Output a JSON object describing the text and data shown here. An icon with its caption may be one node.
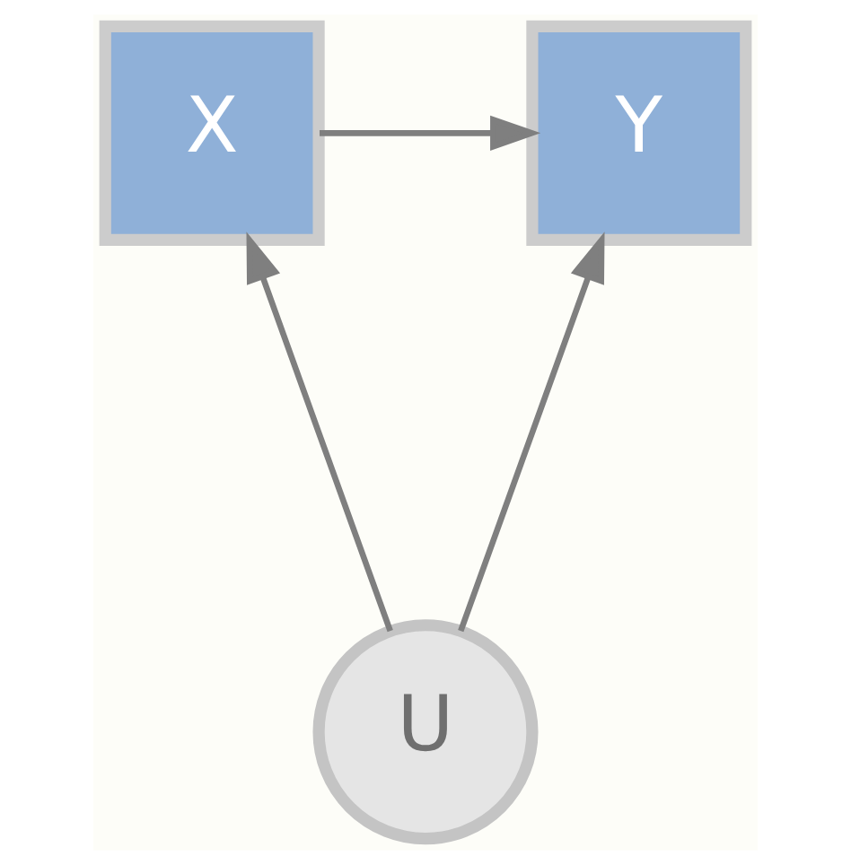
{
  "diagram": {
    "nodes": [
      {
        "text": [
          "X"
        ]
      },
      {
        "text": [
          "Y"
        ]
      },
      {
        "text": [
          "U"
        ]
      }
    ],
    "edges": [
      {
        "from": 0,
        "to": 1,
        "arrow": "to"
      },
      {
        "from": 2,
        "to": 0,
        "arrow": "to"
      },
      {
        "from": 2,
        "to": 1,
        "arrow": "to"
      }
    ]
  }
}
